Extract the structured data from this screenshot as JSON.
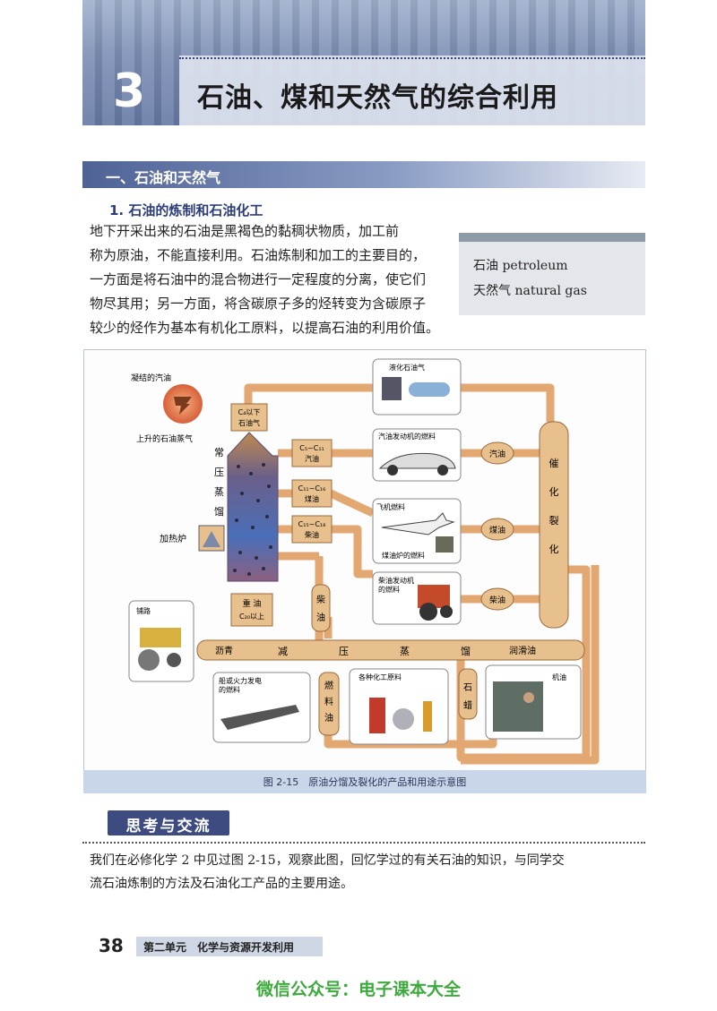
{
  "header": {
    "chapter_number": "3",
    "chapter_title": "石油、煤和天然气的综合利用"
  },
  "section": {
    "title": "一、石油和天然气",
    "subtitle": "1. 石油的炼制和石油化工"
  },
  "paragraph1": [
    "地下开采出来的石油是黑褐色的黏稠状物质，加工前",
    "称为原油，不能直接利用。石油炼制和加工的主要目的，",
    "一方面是将石油中的混合物进行一定程度的分离，使它们",
    "物尽其用；另一方面，将含碳原子多的烃转变为含碳原子",
    "较少的烃作为基本有机化工原料，以提高石油的利用价值。"
  ],
  "vocab": [
    "石油 petroleum",
    "天然气 natural gas"
  ],
  "figure": {
    "labels": {
      "condensed": "凝结的汽油",
      "rising": "上升的石油蒸气",
      "furnace": "加热炉",
      "column": [
        "常",
        "压",
        "蒸",
        "馏"
      ],
      "c4_a": "C₄以下",
      "c4_b": "石油气",
      "c5_a": "C₅~C₁₁",
      "c5_b": "汽油",
      "c11_a": "C₁₁~C₁₆",
      "c11_b": "煤油",
      "c15_a": "C₁₅~C₁₈",
      "c15_b": "柴油",
      "heavy_a": "重 油",
      "heavy_b": "C₂₀以上",
      "lpg": "液化石油气",
      "car": "汽油发动机的燃料",
      "jet1": "飞机燃料",
      "jet2": "煤油炉的燃料",
      "tractor1": "柴油发动机",
      "tractor2": "的燃料",
      "gasoline": "汽油",
      "kerosene": "煤油",
      "diesel_r": "柴油",
      "cracking": [
        "催",
        "化",
        "裂",
        "化"
      ],
      "diesel_v": [
        "柴",
        "油"
      ],
      "road": "铺路",
      "asphalt": "沥青",
      "vacuum": [
        "减",
        "压",
        "蒸",
        "馏"
      ],
      "lube": "润滑油",
      "ship1": "船或火力发电",
      "ship2": "的燃料",
      "fuel_oil": [
        "燃",
        "料",
        "油"
      ],
      "chem": "各种化工原料",
      "wax": [
        "石",
        "蜡"
      ],
      "oil": "机油"
    },
    "caption": "图 2-15　原油分馏及裂化的产品和用途示意图"
  },
  "think": {
    "title": "思考与交流",
    "lines": [
      "我们在必修化学 2 中见过图 2-15，观察此图，回忆学过的有关石油的知识，与同学交",
      "流石油炼制的方法及石油化工产品的主要用途。"
    ]
  },
  "footer": {
    "page": "38",
    "unit": "第二单元　化学与资源开发利用"
  },
  "watermark": "微信公众号：电子课本大全"
}
